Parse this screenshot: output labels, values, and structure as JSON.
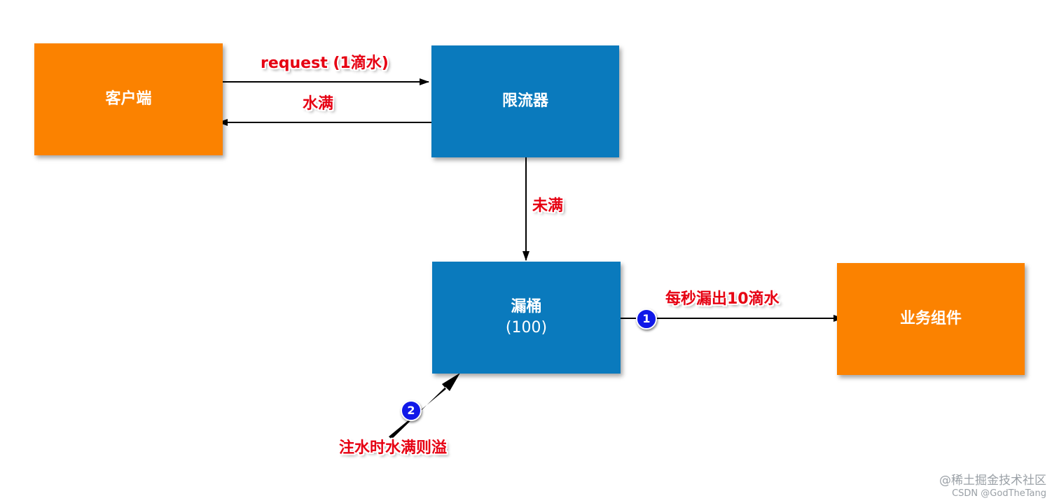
{
  "nodes": {
    "client": {
      "label": "客户端"
    },
    "limiter": {
      "label": "限流器"
    },
    "bucket": {
      "label": "漏桶",
      "capacity": "(100)"
    },
    "service": {
      "label": "业务组件"
    }
  },
  "edges": {
    "request": "request (1滴水)",
    "full": "水满",
    "not_full": "未满",
    "leak": "每秒漏出10滴水",
    "overflow": "注水时水满则溢"
  },
  "badges": {
    "one": "1",
    "two": "2"
  },
  "watermark": {
    "line1": "@稀土掘金技术社区",
    "line2": "CSDN @GodTheTang"
  },
  "colors": {
    "orange": "#fb8200",
    "blue": "#0a7abd",
    "label_red": "#e60012",
    "badge_blue": "#1018e8"
  }
}
